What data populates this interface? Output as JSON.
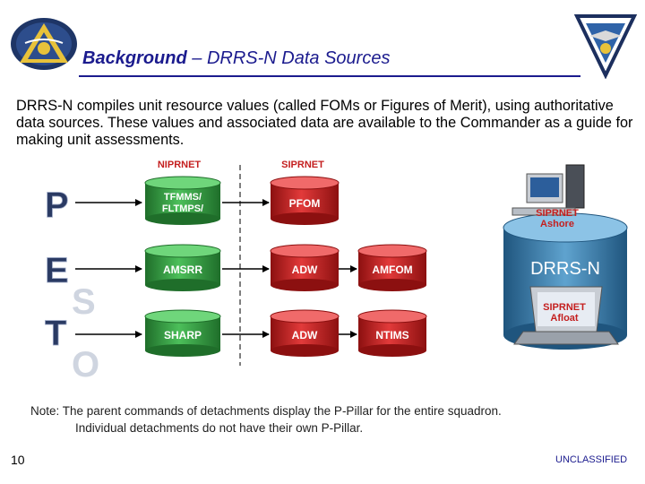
{
  "title": {
    "main": "Background",
    "dash": "–",
    "sub": "DRRS-N Data Sources"
  },
  "intro": "DRRS-N compiles unit resource values (called FOMs or Figures of Merit), using authoritative data sources. These values and associated data are available to the Commander as a guide for making unit assessments.",
  "diagram": {
    "networks": {
      "left": "NIPRNET",
      "right": "SIPRNET"
    },
    "pillars": [
      "P",
      "E",
      "S",
      "T",
      "O"
    ],
    "rows": [
      {
        "source": [
          "TFMMS/",
          "FLTMPS/"
        ],
        "fom": "PFOM"
      },
      {
        "source": [
          "AMSRR"
        ],
        "fom": "ADW",
        "extra": "AMFOM"
      },
      {
        "source": [
          "SHARP"
        ],
        "fom": "ADW",
        "extra": "NTIMS"
      }
    ],
    "system": {
      "name": "DRRS-N",
      "ashore": [
        "SIPRNET",
        "Ashore"
      ],
      "afloat": [
        "SIPRNET",
        "Afloat"
      ]
    }
  },
  "note": {
    "line1": "Note: The parent commands of detachments display the P-Pillar for the entire squadron.",
    "line2": "Individual detachments do not have their own P-Pillar."
  },
  "footer": {
    "page_number": "10",
    "classification": "UNCLASSIFIED"
  },
  "colors": {
    "title_blue": "#1b1b8e",
    "cylinder_red": "#c41f1f",
    "cylinder_green": "#2c9a3c",
    "drrs_blue": "#2c6f9e",
    "pillar_blue": "#2a3a63"
  }
}
